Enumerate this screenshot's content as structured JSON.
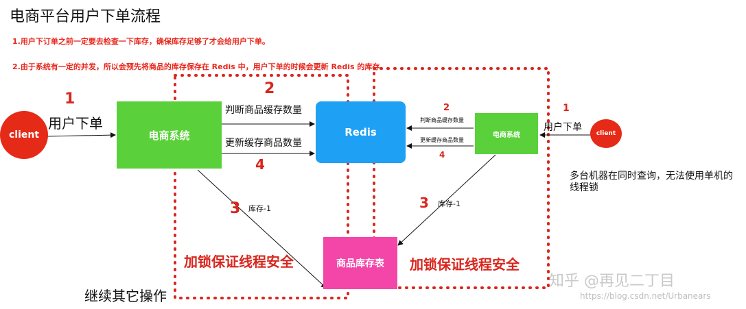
{
  "title": "电商平台用户下单流程",
  "notes": [
    "1.用户下订单之前一定要去检查一下库存，确保库存足够了才会给用户下单。",
    "2.由于系统有一定的并发，所以会预先将商品的库存保存在 Redis 中，用户下单的时候会更新 Redis 的库存"
  ],
  "left": {
    "client": "client",
    "step1_num": "1",
    "step1_label": "用户下单",
    "system": "电商系统",
    "step2_num": "2",
    "step2_label": "判断商品缓存数量",
    "step4_label": "更新缓存商品数量",
    "step4_num": "4",
    "step3_num": "3",
    "step3_label": "库存-1",
    "lock_label": "加锁保证线程安全",
    "continue_label": "继续其它操作"
  },
  "redis": "Redis",
  "inventory": "商品库存表",
  "right": {
    "system": "电商系统",
    "step2_num": "2",
    "step2_label": "判断商品缓存数量",
    "step4_label": "更新缓存商品数量",
    "step4_num": "4",
    "step1_num": "1",
    "step1_label": "用户下单",
    "client": "client",
    "step3_num": "3",
    "step3_label": "库存-1",
    "lock_label": "加锁保证线程安全",
    "comment": "多台机器在同时查询，无法使用单机的线程锁"
  },
  "watermark": "知乎 @再见二丁目",
  "url_watermark": "https://blog.csdn.net/Urbanears",
  "colors": {
    "green": "#5ad13a",
    "blue": "#1ea0f5",
    "pink": "#f446a8",
    "red": "#e62a18",
    "dotted": "#d8261d"
  }
}
